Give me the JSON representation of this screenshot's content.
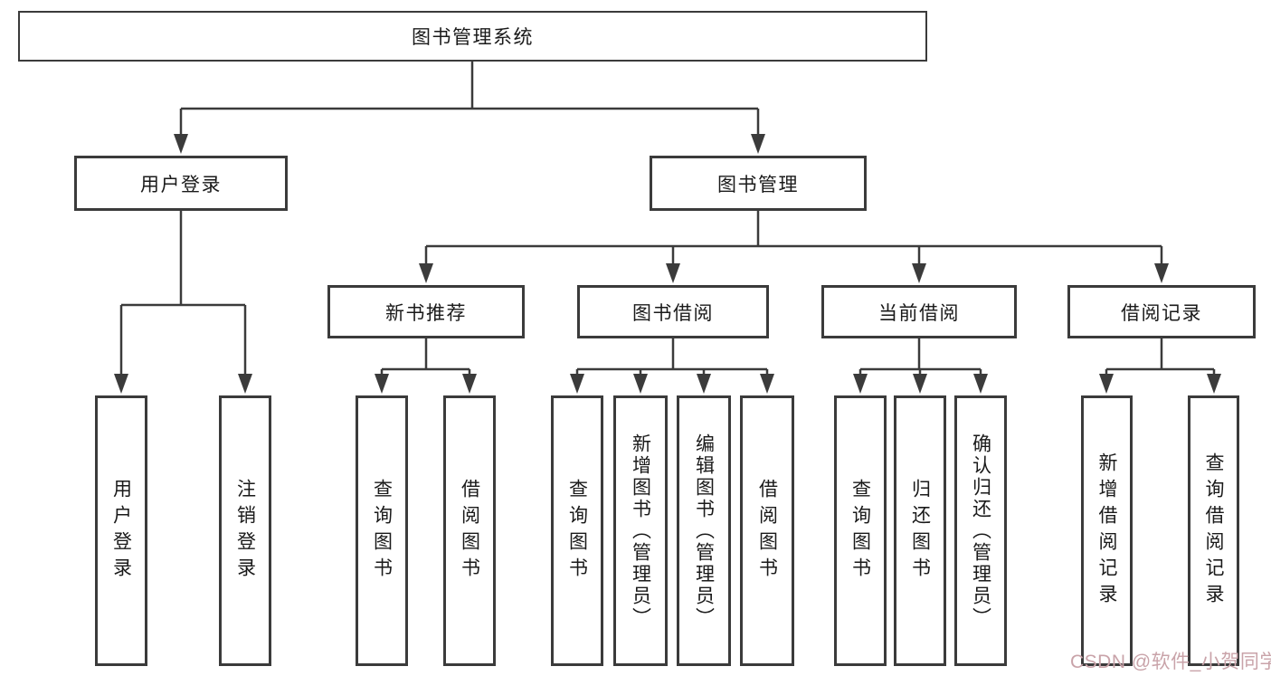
{
  "diagram": {
    "tree": {
      "root": {
        "label": "图书管理系统"
      },
      "branches": [
        {
          "label": "用户登录",
          "children": [
            {
              "label": "用户登录"
            },
            {
              "label": "注销登录"
            }
          ]
        },
        {
          "label": "图书管理",
          "children": [
            {
              "label": "新书推荐",
              "children": [
                {
                  "label": "查询图书"
                },
                {
                  "label": "借阅图书"
                }
              ]
            },
            {
              "label": "图书借阅",
              "children": [
                {
                  "label": "查询图书"
                },
                {
                  "label": "新增图书（管理员）"
                },
                {
                  "label": "编辑图书（管理员）"
                },
                {
                  "label": "借阅图书"
                }
              ]
            },
            {
              "label": "当前借阅",
              "children": [
                {
                  "label": "查询图书"
                },
                {
                  "label": "归还图书"
                },
                {
                  "label": "确认归还（管理员）"
                }
              ]
            },
            {
              "label": "借阅记录",
              "children": [
                {
                  "label": "新增借阅记录"
                },
                {
                  "label": "查询借阅记录"
                }
              ]
            }
          ]
        }
      ]
    },
    "watermark": {
      "text": "CSDN @软件_小贺同学",
      "color": "#c9a3a9"
    },
    "colors": {
      "line": "#3b3b3b",
      "text": "#1a1a1a",
      "background": "#ffffff"
    }
  }
}
